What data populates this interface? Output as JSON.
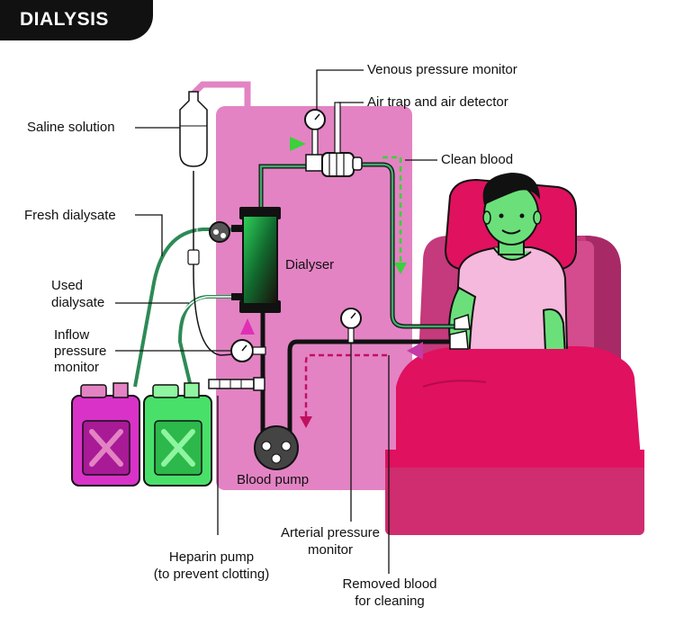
{
  "title": "DIALYSIS",
  "labels": {
    "venous_pressure_monitor": "Venous pressure monitor",
    "air_trap": "Air trap and air detector",
    "saline_solution": "Saline solution",
    "clean_blood": "Clean blood",
    "fresh_dialysate": "Fresh dialysate",
    "dialyser": "Dialyser",
    "used_dialysate_line1": "Used",
    "used_dialysate_line2": "dialysate",
    "inflow_line1": "Inflow",
    "inflow_line2": "pressure",
    "inflow_line3": "monitor",
    "blood_pump": "Blood pump",
    "arterial_line1": "Arterial pressure",
    "arterial_line2": "monitor",
    "heparin_line1": "Heparin pump",
    "heparin_line2": "(to prevent clotting)",
    "removed_line1": "Removed blood",
    "removed_line2": "for cleaning"
  },
  "colors": {
    "machine": "#e383c3",
    "bed": "#e0115f",
    "bed_dark": "#b30c4a",
    "skin": "#6be07a",
    "shirt": "#f4b9dc",
    "fresh_jug": "#49e06a",
    "used_jug": "#d932c8",
    "tube_clean": "#3fa96a",
    "tube_dark": "#111111",
    "arrow_clean": "#3ad13a",
    "arrow_removed": "#c01060"
  }
}
